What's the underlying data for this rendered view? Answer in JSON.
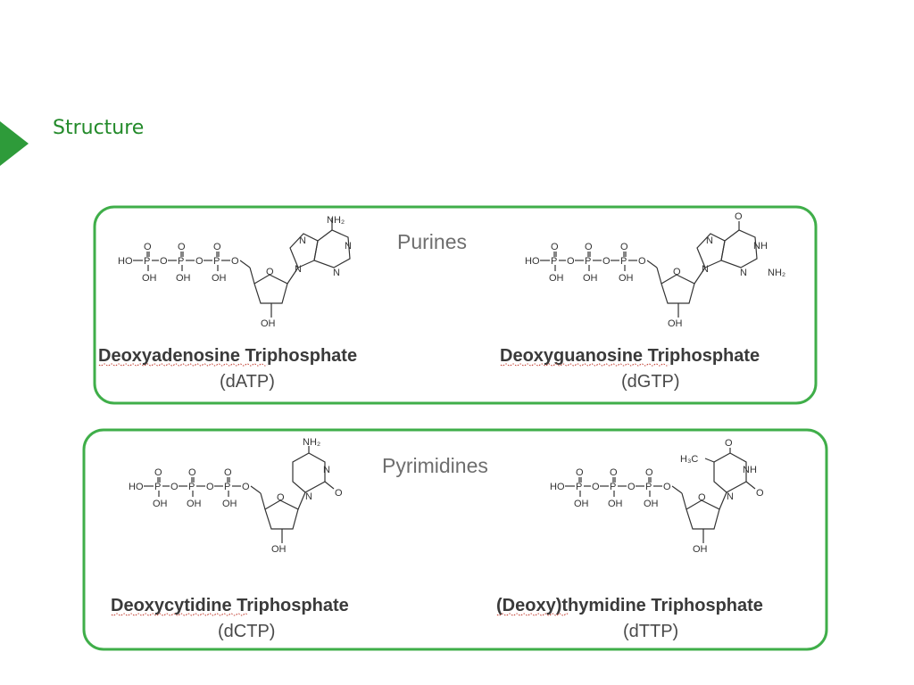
{
  "slide": {
    "title": "Structure"
  },
  "colors": {
    "accent": "#2e9b3a",
    "title_text": "#238a2a",
    "panel_border": "#3fae49"
  },
  "purines": {
    "header": "Purines",
    "datp": {
      "name": "Deoxyadenosine Triphosphate",
      "abbr": "(dATP)",
      "misspelled": "Deoxyadenosine"
    },
    "dgtp": {
      "name": "Deoxyguanosine Triphosphate",
      "abbr": "(dGTP)",
      "misspelled": "Deoxyguanosine"
    }
  },
  "pyrimidines": {
    "header": "Pyrimidines",
    "dctp": {
      "name": "Deoxycytidine Triphosphate",
      "abbr": "(dCTP)",
      "misspelled": "Deoxycytidine"
    },
    "dttp": {
      "name": "(Deoxy)thymidine Triphosphate",
      "abbr": "(dTTP)",
      "misspelled": "(Deoxy)"
    }
  },
  "labels": {
    "ho": "HO",
    "p": "P",
    "o": "O",
    "oh": "OH",
    "n": "N",
    "nh": "NH",
    "nh2": "NH₂",
    "h3c": "H₃C"
  }
}
